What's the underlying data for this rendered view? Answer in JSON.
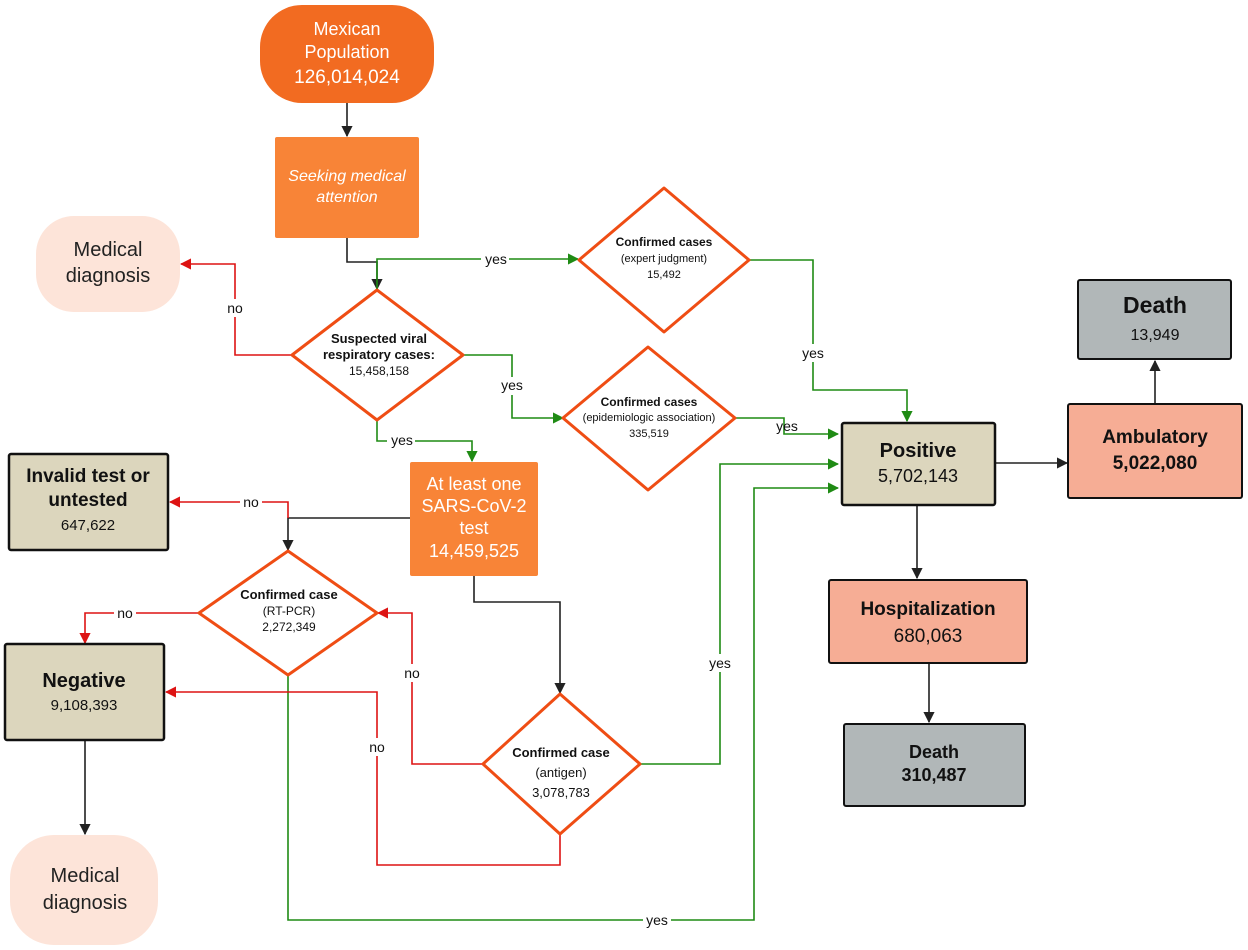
{
  "colors": {
    "orange_dark": "#f26b21",
    "orange": "#f88437",
    "diamond_stroke": "#ef4d14",
    "peach": "#fde4d9",
    "tan": "#dcd6bd",
    "salmon": "#f6ad95",
    "grey": "#b1b7b8",
    "green": "#1f8b14",
    "red": "#dd1313",
    "black": "#222222"
  },
  "nodes": {
    "population": {
      "line1": "Mexican",
      "line2": "Population",
      "value": "126,014,024"
    },
    "seeking": {
      "line1": "Seeking medical",
      "line2": "attention"
    },
    "diagnosis_top": {
      "line1": "Medical",
      "line2": "diagnosis"
    },
    "suspected": {
      "line1": "Suspected viral",
      "line2": "respiratory cases:",
      "value": "15,458,158"
    },
    "expert": {
      "line1": "Confirmed cases",
      "line2": "(expert judgment)",
      "value": "15,492"
    },
    "epi": {
      "line1": "Confirmed cases",
      "line2": "(epidemiologic association)",
      "value": "335,519"
    },
    "test": {
      "line1": "At least one",
      "line2": "SARS-CoV-2",
      "line3": "test",
      "value": "14,459,525"
    },
    "invalid": {
      "line1": "Invalid test or",
      "line2": "untested",
      "value": "647,622"
    },
    "rtpcr": {
      "line1": "Confirmed case",
      "line2": "(RT-PCR)",
      "value": "2,272,349"
    },
    "negative": {
      "line1": "Negative",
      "value": "9,108,393"
    },
    "antigen": {
      "line1": "Confirmed case",
      "line2": "(antigen)",
      "value": "3,078,783"
    },
    "diagnosis_bottom": {
      "line1": "Medical",
      "line2": "diagnosis"
    },
    "positive": {
      "line1": "Positive",
      "value": "5,702,143"
    },
    "ambulatory": {
      "line1": "Ambulatory",
      "value": "5,022,080"
    },
    "death_amb": {
      "line1": "Death",
      "value": "13,949"
    },
    "hospitalization": {
      "line1": "Hospitalization",
      "value": "680,063"
    },
    "death_hosp": {
      "line1": "Death",
      "value": "310,487"
    }
  },
  "edge_labels": {
    "yes": "yes",
    "no": "no"
  }
}
